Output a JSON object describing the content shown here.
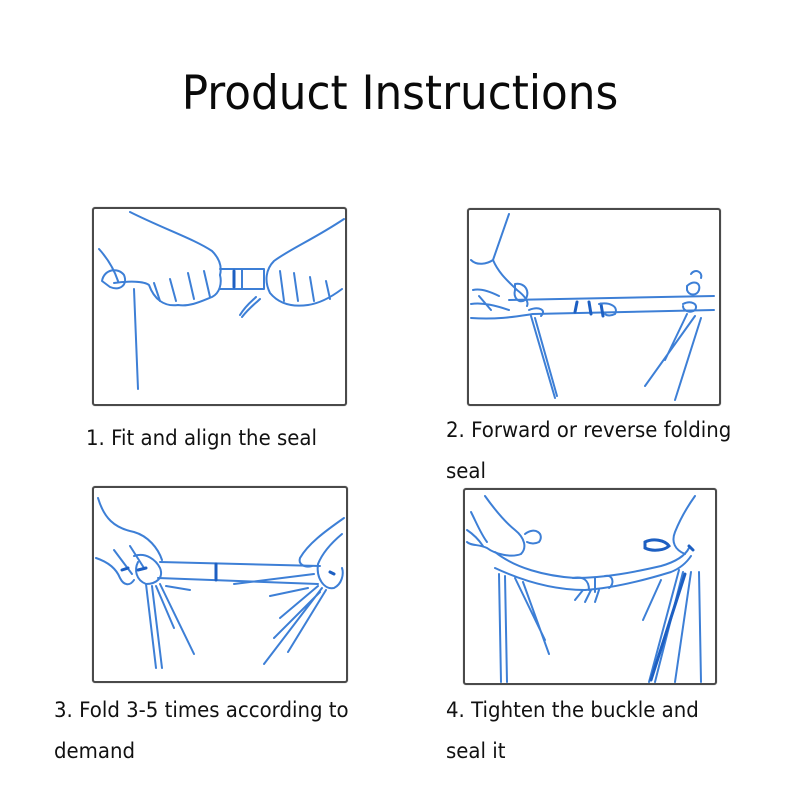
{
  "page": {
    "title": "Product Instructions",
    "accent_color": "#3d7fd6",
    "border_color": "#4a4a4a"
  },
  "steps": [
    {
      "number": 1,
      "caption_line1": "1. Fit and align the seal",
      "caption_line2": "",
      "illustration": "hands-aligning-seal-illustration"
    },
    {
      "number": 2,
      "caption_line1": "2. Forward or reverse folding",
      "caption_line2": "seal",
      "illustration": "folding-seal-illustration"
    },
    {
      "number": 3,
      "caption_line1": "3. Fold 3-5 times according to",
      "caption_line2": "demand",
      "illustration": "folding-multiple-times-illustration"
    },
    {
      "number": 4,
      "caption_line1": "4. Tighten the buckle and",
      "caption_line2": "seal it",
      "illustration": "tightening-buckle-illustration"
    }
  ]
}
